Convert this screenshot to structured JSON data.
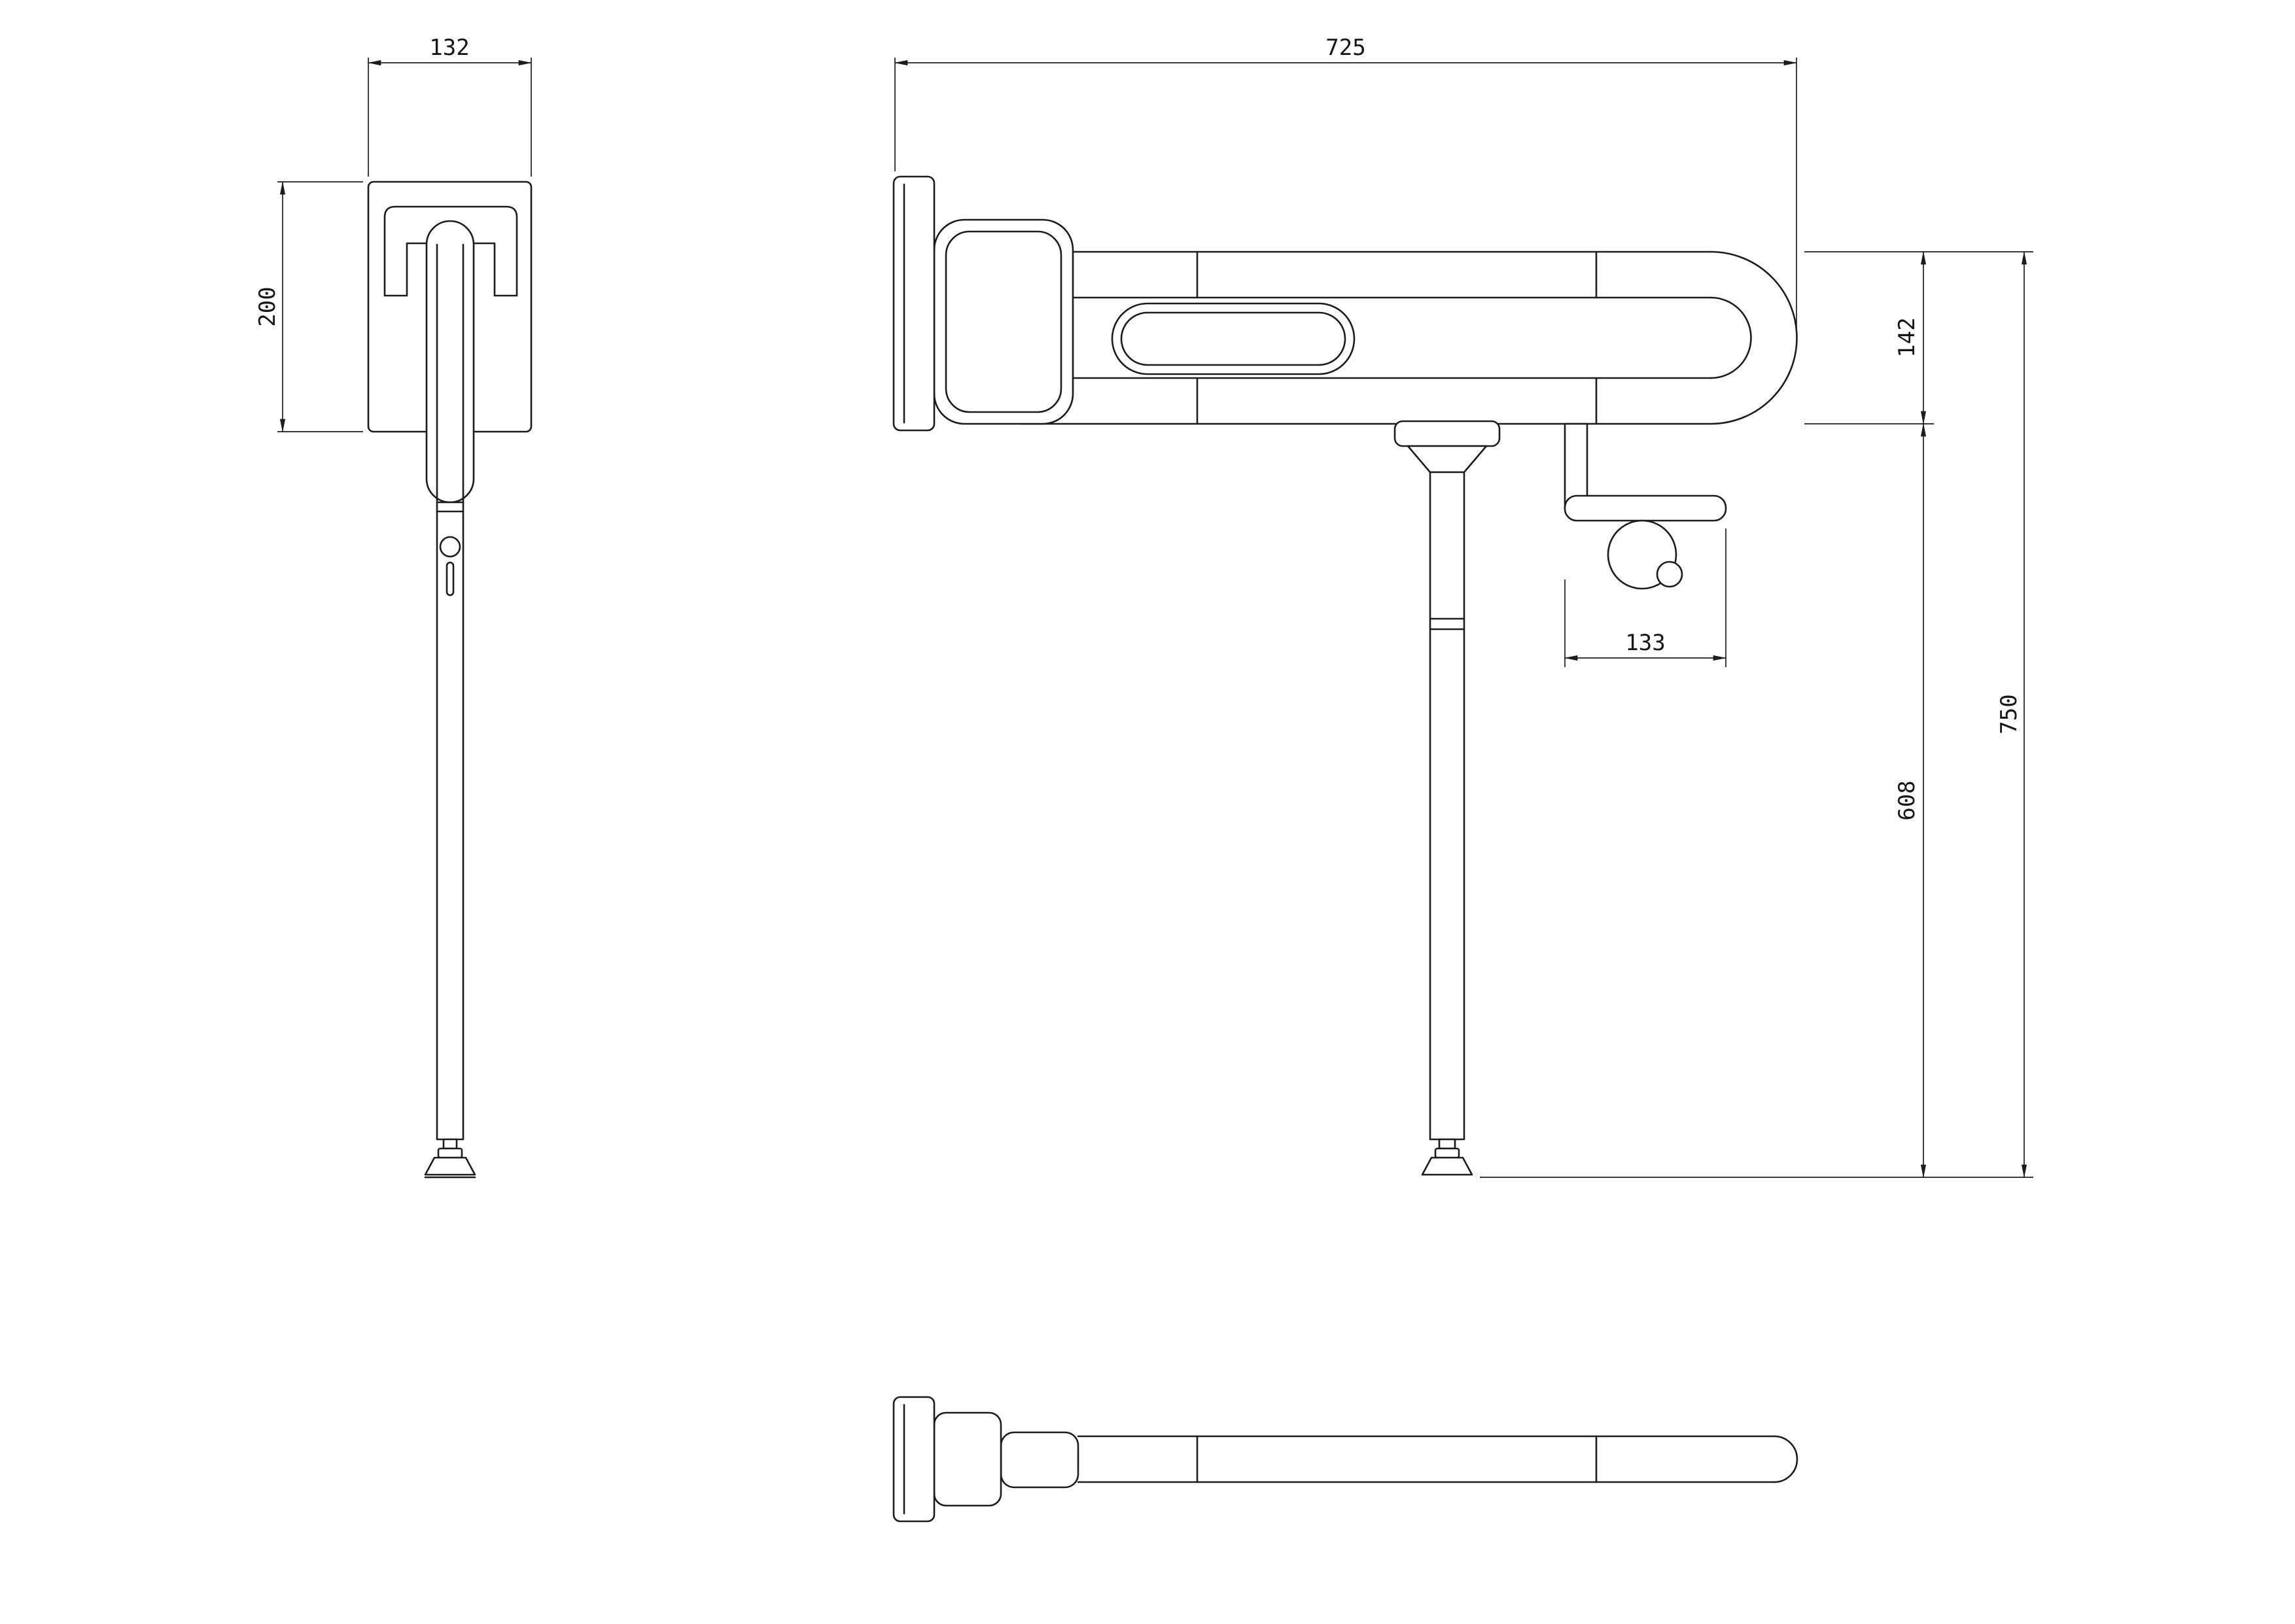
{
  "drawing": {
    "background": "#ffffff",
    "line_color": "#1c1c1c",
    "dimensions": {
      "plate_width": "132",
      "plate_height": "200",
      "rail_length": "725",
      "rail_height": "142",
      "leg_height": "608",
      "overall_height": "750",
      "paper_holder_width": "133"
    }
  }
}
